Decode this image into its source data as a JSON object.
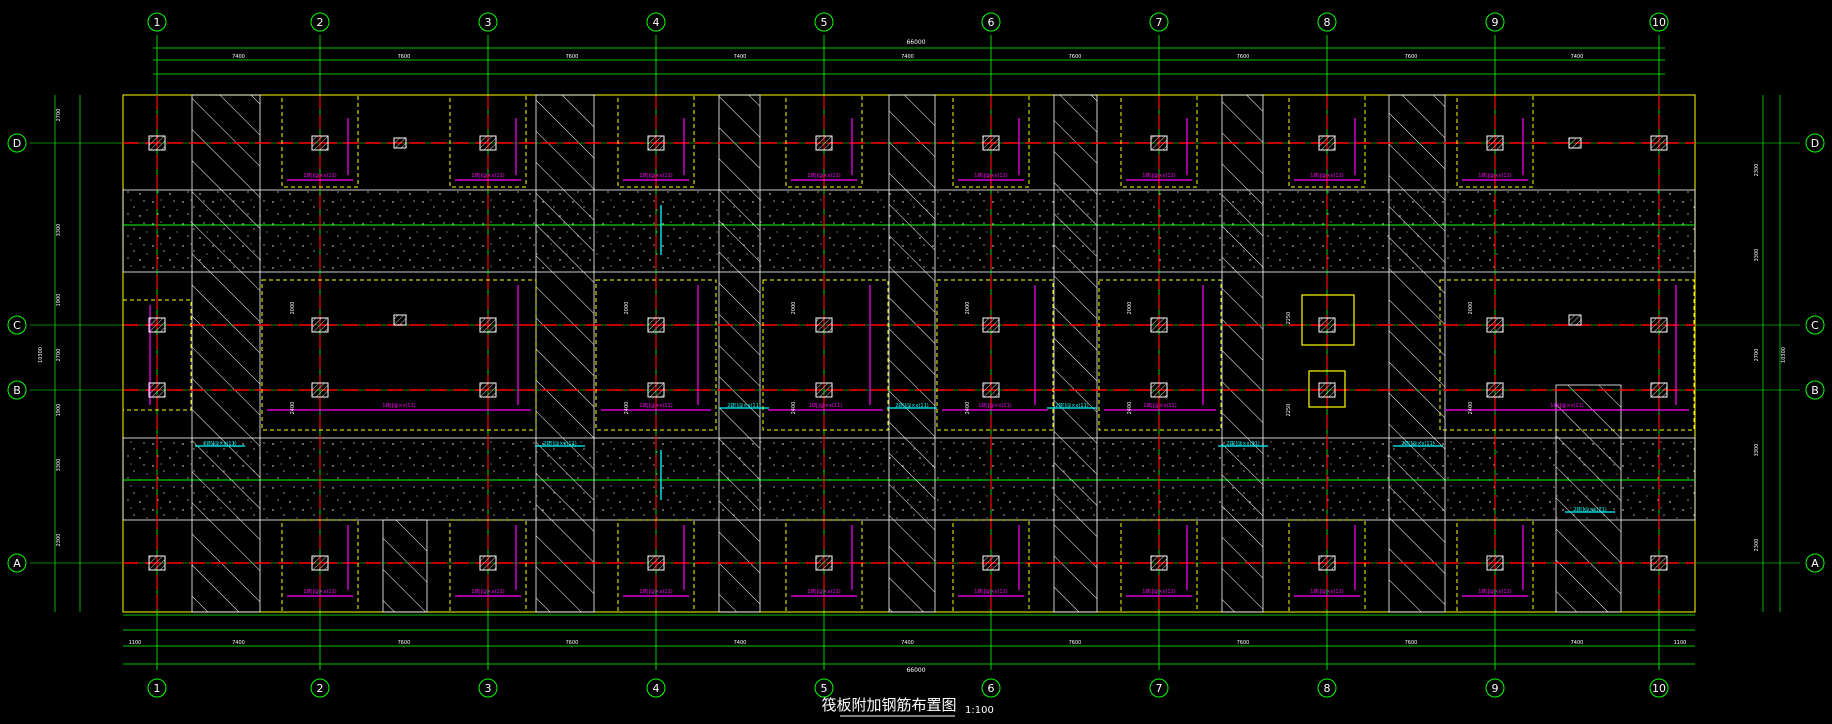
{
  "drawing": {
    "title": "筏板附加钢筋布置图",
    "scale": "1:100",
    "overall_dimension": "66000",
    "grid_columns": [
      "1",
      "2",
      "3",
      "4",
      "5",
      "6",
      "7",
      "8",
      "9",
      "10"
    ],
    "grid_rows": [
      "D",
      "C",
      "B",
      "A"
    ],
    "bay_dimensions_top": [
      "7400",
      "7600",
      "7600",
      "7400",
      "7400",
      "7600",
      "7600",
      "7600",
      "7400"
    ],
    "bay_dimensions_bottom": [
      "7400",
      "7600",
      "7600",
      "7400",
      "7400",
      "7600",
      "7600",
      "7600",
      "7400"
    ],
    "edge_dimension": "1100",
    "row_dimensions_left": [
      "2700",
      "3300",
      "1900",
      "2700",
      "1900",
      "3300",
      "2300"
    ],
    "row_dimensions_right": [
      "2300",
      "3300",
      "2700",
      "3300",
      "2300"
    ],
    "total_width_side": "10300",
    "rebar_label": "1Ø[]@×x(11)",
    "rebar_label_cyan": "2Ø[]@×x(11)",
    "dim_2000": "2000",
    "dim_2400": "2400",
    "dim_2250": "2250",
    "colors": {
      "background": "#000000",
      "grid_green": "#00ff00",
      "axis_red": "#ff0000",
      "boundary_yellow": "#ffff00",
      "rebar_magenta": "#ff00ff",
      "rebar_cyan": "#00ffff",
      "structure_white": "#ffffff"
    }
  }
}
